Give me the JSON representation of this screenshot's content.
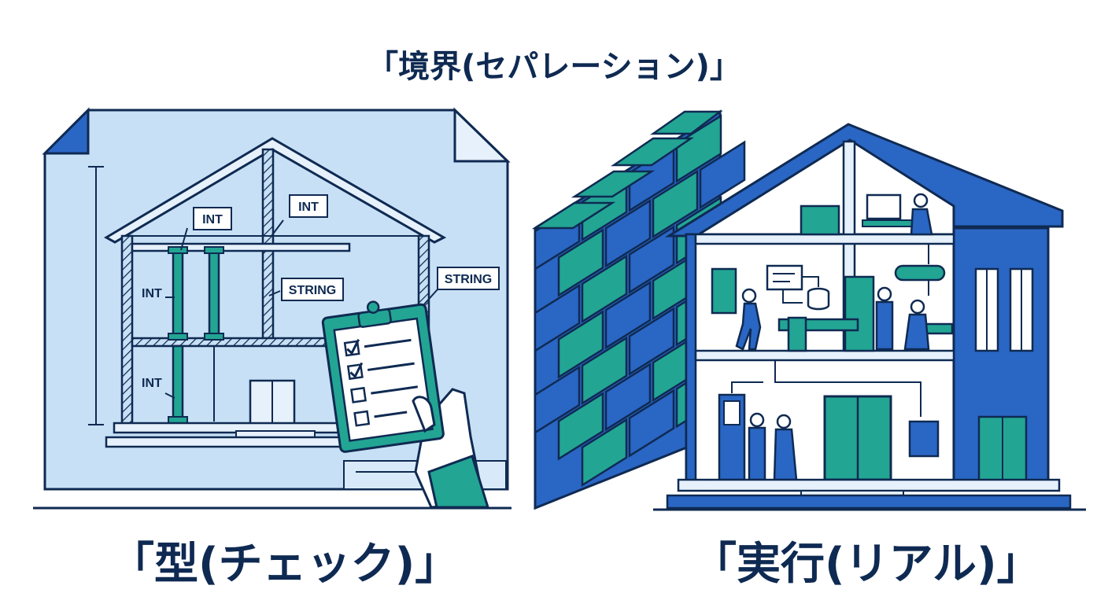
{
  "title": "「境界(セパレーション)」",
  "left_panel": {
    "caption": "「型(チェック)」",
    "type_labels": [
      "INT",
      "INT",
      "STRING",
      "STRING",
      "INT",
      "INT"
    ]
  },
  "right_panel": {
    "caption": "「実行(リアル)」"
  },
  "colors": {
    "navy": "#0f2a52",
    "blue": "#2a66c4",
    "teal": "#23a594",
    "blueprint": "#c7e0f5"
  },
  "icons": [
    "blueprint-house",
    "clipboard-checklist-icon",
    "brick-wall",
    "building-cutaway",
    "database-icon",
    "computer-icon"
  ]
}
